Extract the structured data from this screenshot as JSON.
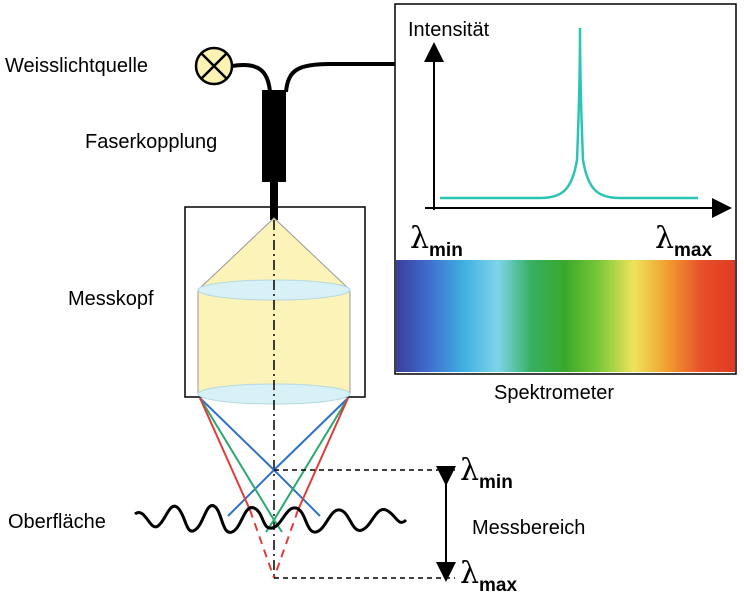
{
  "labels": {
    "light_source": "Weisslichtquelle",
    "fiber_coupling": "Faserkopplung",
    "measuring_head": "Messkopf",
    "surface": "Oberfläche",
    "measuring_range": "Messbereich",
    "spectrometer": "Spektrometer"
  },
  "spectrum": {
    "y_axis_label": "Intensität",
    "lambda_symbol": "λ",
    "min_subscript": "min",
    "max_subscript": "max",
    "peak_color": "#2cc5b5",
    "gradient_colors": [
      "#3a3f9a",
      "#3f6fd0",
      "#3fb0e0",
      "#7fd4ea",
      "#35b060",
      "#3aa82a",
      "#7cc83a",
      "#eee35a",
      "#f0a030",
      "#e8502a",
      "#e03a22"
    ]
  },
  "range_labels": {
    "lambda_symbol": "λ",
    "min_subscript": "min",
    "max_subscript": "max"
  },
  "ray_colors": {
    "red": "#e03c3c",
    "green": "#2aa86e",
    "blue": "#2e72c8"
  },
  "cone_color": "#fbf3b8",
  "lens_color": "#d7f1f6",
  "lamp_color": "#fbf2b4"
}
